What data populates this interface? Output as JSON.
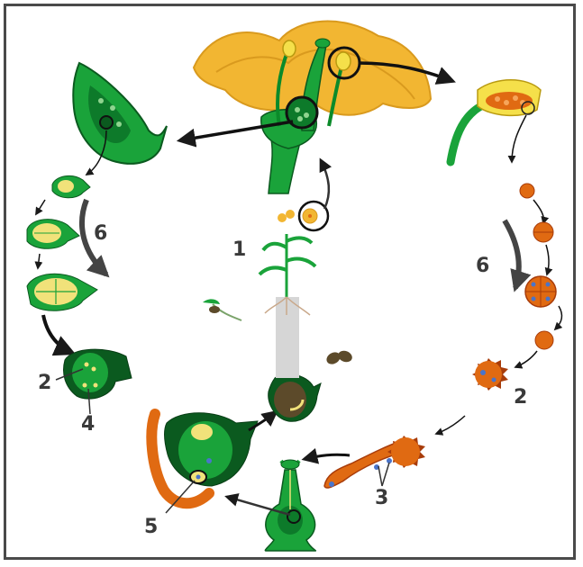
{
  "labels": {
    "one": "1",
    "two_left": "2",
    "two_right": "2",
    "three": "3",
    "four": "4",
    "five": "5",
    "six_left": "6",
    "six_right": "6"
  },
  "colors": {
    "petal": "#f2b632",
    "petal_dark": "#d99a1e",
    "green": "#1aa33a",
    "dark_green": "#0b5a1f",
    "pollen": "#e06a12",
    "pollen_dark": "#a83c0a",
    "embryo_sac": "#f1e27a",
    "seed": "#5c4a2a",
    "arrow": "#1a1a1a",
    "root": "#c9c9c9"
  }
}
